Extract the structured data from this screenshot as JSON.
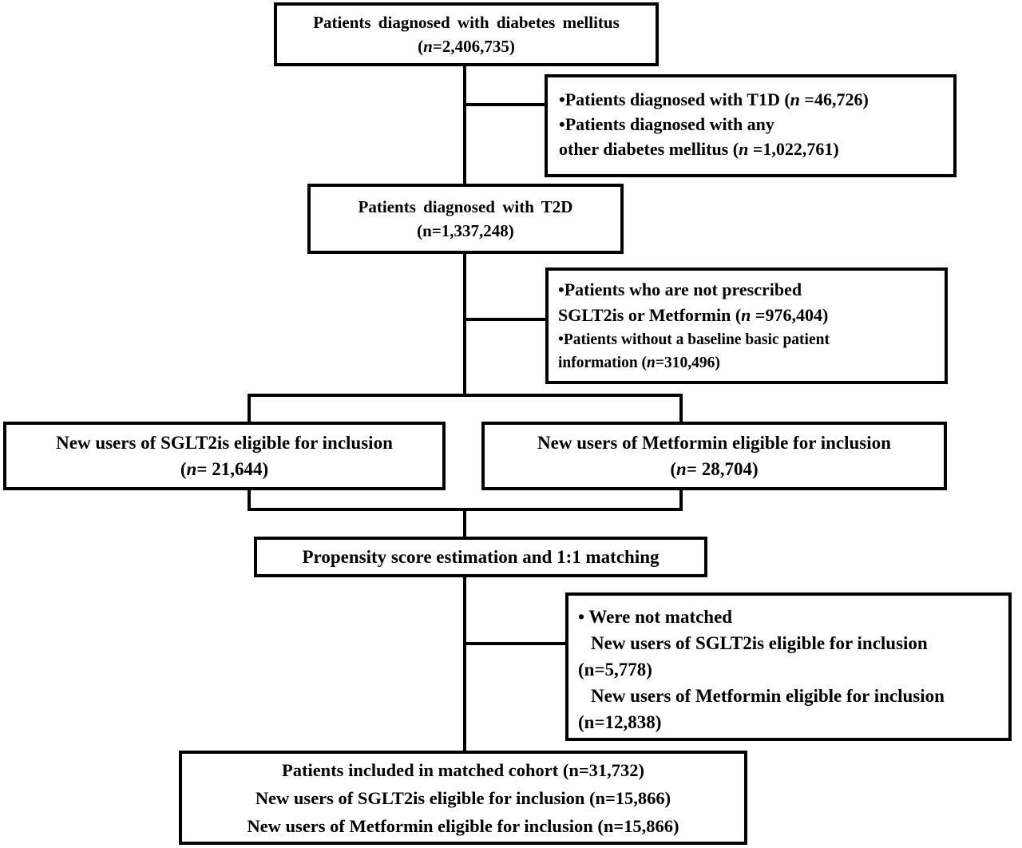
{
  "figure": {
    "title": "Patient selection flow diagram",
    "type": "flowchart"
  },
  "colors": {
    "background": "#ffffff",
    "box_border": "#000000",
    "connector": "#000000",
    "text": "#000000"
  },
  "boxes": {
    "diabetes_mellitus": {
      "lines": [
        "Patients diagnosed with diabetes mellitus",
        "(*n*=2,406,735)"
      ]
    },
    "exclusion_t1d": {
      "lines": [
        "•Patients diagnosed with T1D (*n* =46,726)",
        "•Patients diagnosed with any",
        "other diabetes mellitus (*n* =1,022,761)"
      ]
    },
    "t2d": {
      "lines": [
        "Patients diagnosed with T2D",
        "(n=1,337,248)"
      ]
    },
    "exclusion_not_prescribed": {
      "lines": [
        "•Patients who are not prescribed",
        "SGLT2is or Metformin (*n* =976,404)",
        "•Patients without  a baseline basic patient",
        "information  (*n*=310,496)"
      ]
    },
    "sglt2_new_users": {
      "lines": [
        "New users of SGLT2is eligible for inclusion",
        "(*n*= 21,644)"
      ]
    },
    "metformin_new_users": {
      "lines": [
        "New users of Metformin eligible for inclusion",
        "(*n*= 28,704)"
      ]
    },
    "propensity_matching": {
      "lines": [
        "Propensity score estimation and 1:1 matching"
      ]
    },
    "not_matched": {
      "lines": [
        "• Were not matched",
        "New users of SGLT2is eligible for inclusion",
        "(n=5,778)",
        "New users of Metformin eligible for inclusion",
        "(n=12,838)"
      ]
    },
    "matched_cohort": {
      "lines": [
        "Patients included in matched cohort (n=31,732)",
        "New users of SGLT2is eligible for inclusion (n=15,866)",
        "New users of Metformin eligible for inclusion (n=15,866)"
      ]
    }
  }
}
